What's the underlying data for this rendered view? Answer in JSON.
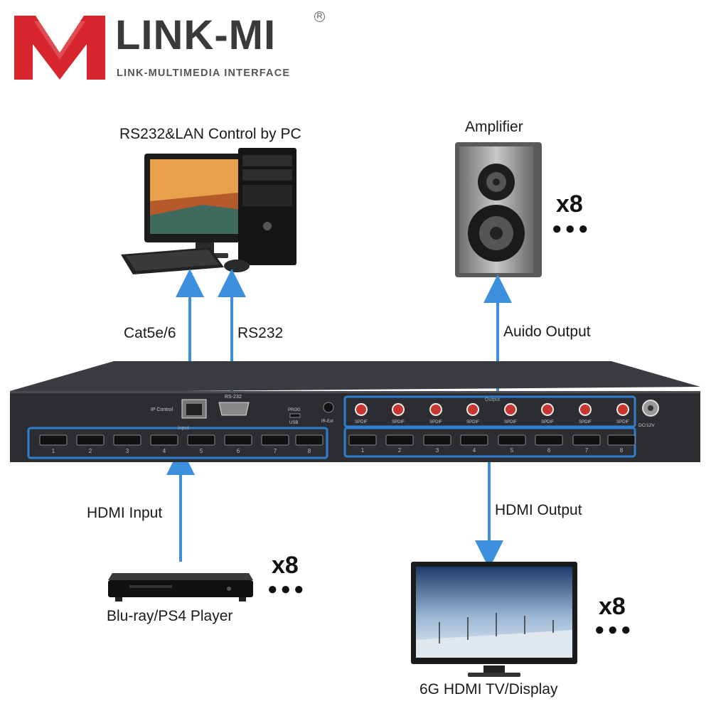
{
  "brand": {
    "name": "LINK-MI",
    "registered": "R",
    "tagline": "LINK-MULTIMEDIA INTERFACE",
    "logo_color": "#d7262d"
  },
  "nodes": {
    "pc": "RS232&LAN Control by PC",
    "amplifier": "Amplifier",
    "source": "Blu-ray/PS4 Player",
    "display": "6G HDMI TV/Display"
  },
  "connections": {
    "lan": "Cat5e/6",
    "rs232": "RS232",
    "audio": "Auido Output",
    "hdmi_in": "HDMI Input",
    "hdmi_out": "HDMI Output"
  },
  "multipliers": {
    "amplifier": "x8",
    "source": "x8",
    "display": "x8",
    "dots": "●●●"
  },
  "device": {
    "ip_control": "IP Control",
    "rs232_port": "RS-232",
    "prog": "PROG",
    "usb": "USB",
    "ir_ext": "IR-Ext",
    "input_group": "Input",
    "output_group": "Output",
    "power": "DC/12V",
    "spdif": "SPDIF",
    "port_numbers": [
      "1",
      "2",
      "3",
      "4",
      "5",
      "6",
      "7",
      "8"
    ]
  },
  "colors": {
    "arrow": "#3c8fdc",
    "highlight": "#2f7fd0",
    "chassis": "#2b2d31"
  }
}
